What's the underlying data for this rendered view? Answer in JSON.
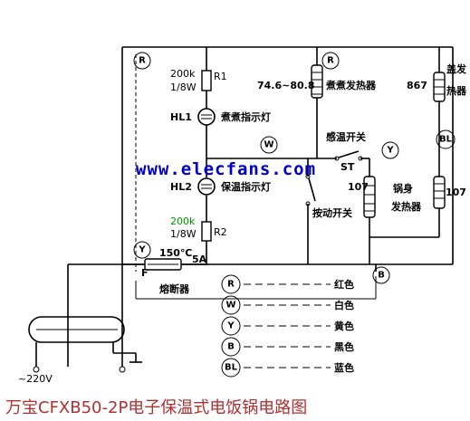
{
  "watermark": "www.elecfans.com",
  "title": "万宝CFXB50-2P电子保温式电饭锅电路图",
  "supply_label": "~220V",
  "components": {
    "r1_value": "200k",
    "r1_power": "1/8W",
    "r1_name": "R1",
    "hl1_name": "HL1",
    "hl1_label": "煮煮指示灯",
    "hl2_name": "HL2",
    "hl2_label": "保温指示灯",
    "r2_value": "200k",
    "r2_power": "1/8W",
    "r2_name": "R2",
    "cook_heater_value": "74.6~80.8",
    "cook_heater_label": "煮煮发热器",
    "lid_heater_value": "867",
    "lid_heater_label": [
      "盖发",
      "热器"
    ],
    "body_heater_value_left": "107",
    "body_heater_value_right": "107",
    "body_heater_label": [
      "锅身",
      "发热器"
    ],
    "thermo_switch_label": "感温开关",
    "thermo_switch_name": "ST",
    "manual_switch_label": "按动开关",
    "fuse_rating": "150℃",
    "fuse_current": "5A",
    "fuse_name": "F",
    "fuse_label": "熔断器"
  },
  "node_marks": {
    "r_top_left": "R",
    "r_top_mid": "R",
    "w_mid": "W",
    "y_right": "Y",
    "bl_right": "BL",
    "y_left": "Y",
    "b_bottom": "B"
  },
  "legend": [
    {
      "code": "R",
      "color_name": "红色"
    },
    {
      "code": "W",
      "color_name": "白色"
    },
    {
      "code": "Y",
      "color_name": "黄色"
    },
    {
      "code": "B",
      "color_name": "黑色"
    },
    {
      "code": "BL",
      "color_name": "蓝色"
    }
  ]
}
